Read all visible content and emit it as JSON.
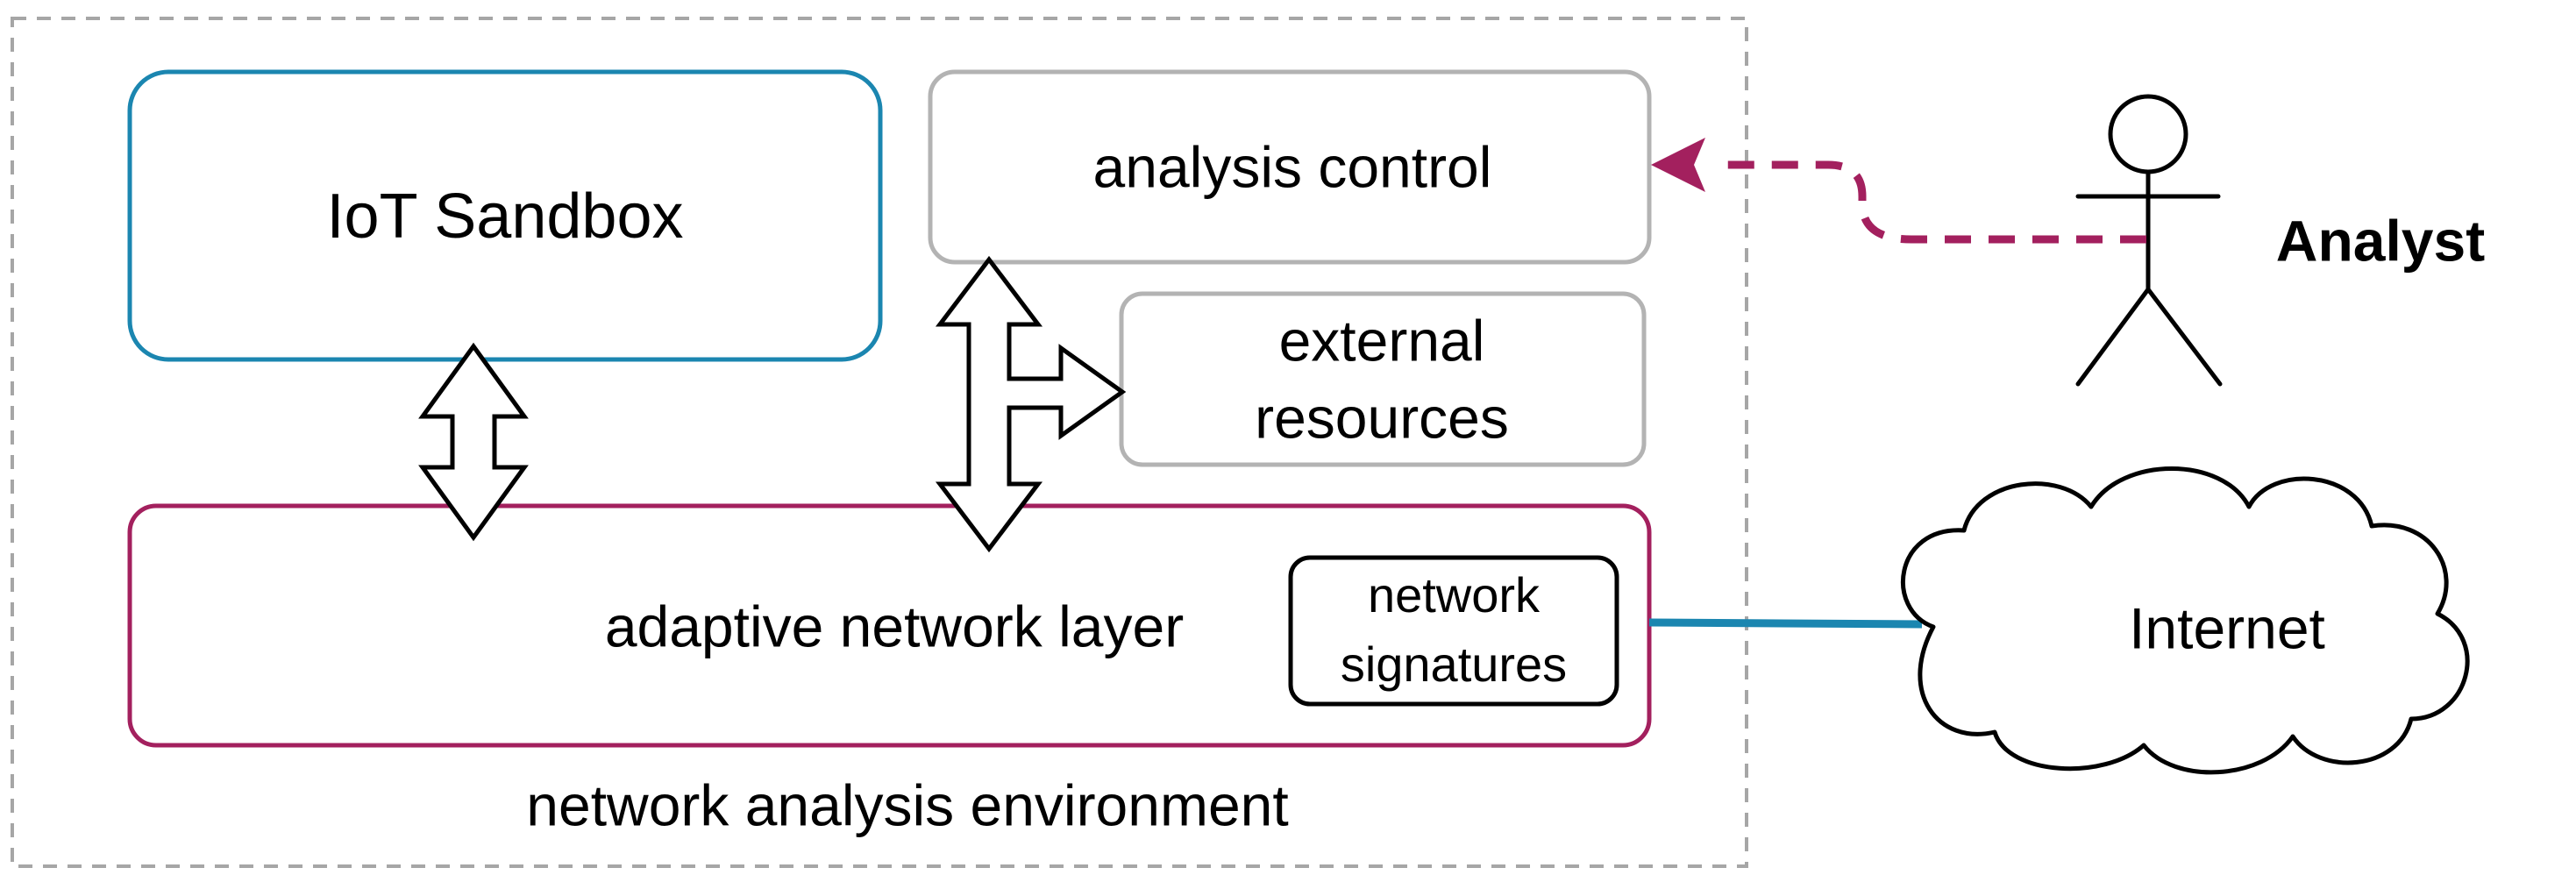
{
  "labels": {
    "iot_sandbox": "IoT Sandbox",
    "analysis_control": "analysis control",
    "external_resources": [
      "external",
      "resources"
    ],
    "adaptive_network_layer": "adaptive network layer",
    "network_signatures": [
      "network",
      "signatures"
    ],
    "network_analysis_environment": "network analysis environment",
    "analyst": "Analyst",
    "internet": "Internet"
  },
  "colors": {
    "iot_sandbox_border": "#1b86b0",
    "adaptive_layer_border": "#a3205e",
    "gray_border": "#b3b3b3",
    "environment_border": "#a6a6a6",
    "analyst_link": "#a3205e",
    "internet_link": "#1b86b0",
    "black": "#000000"
  }
}
